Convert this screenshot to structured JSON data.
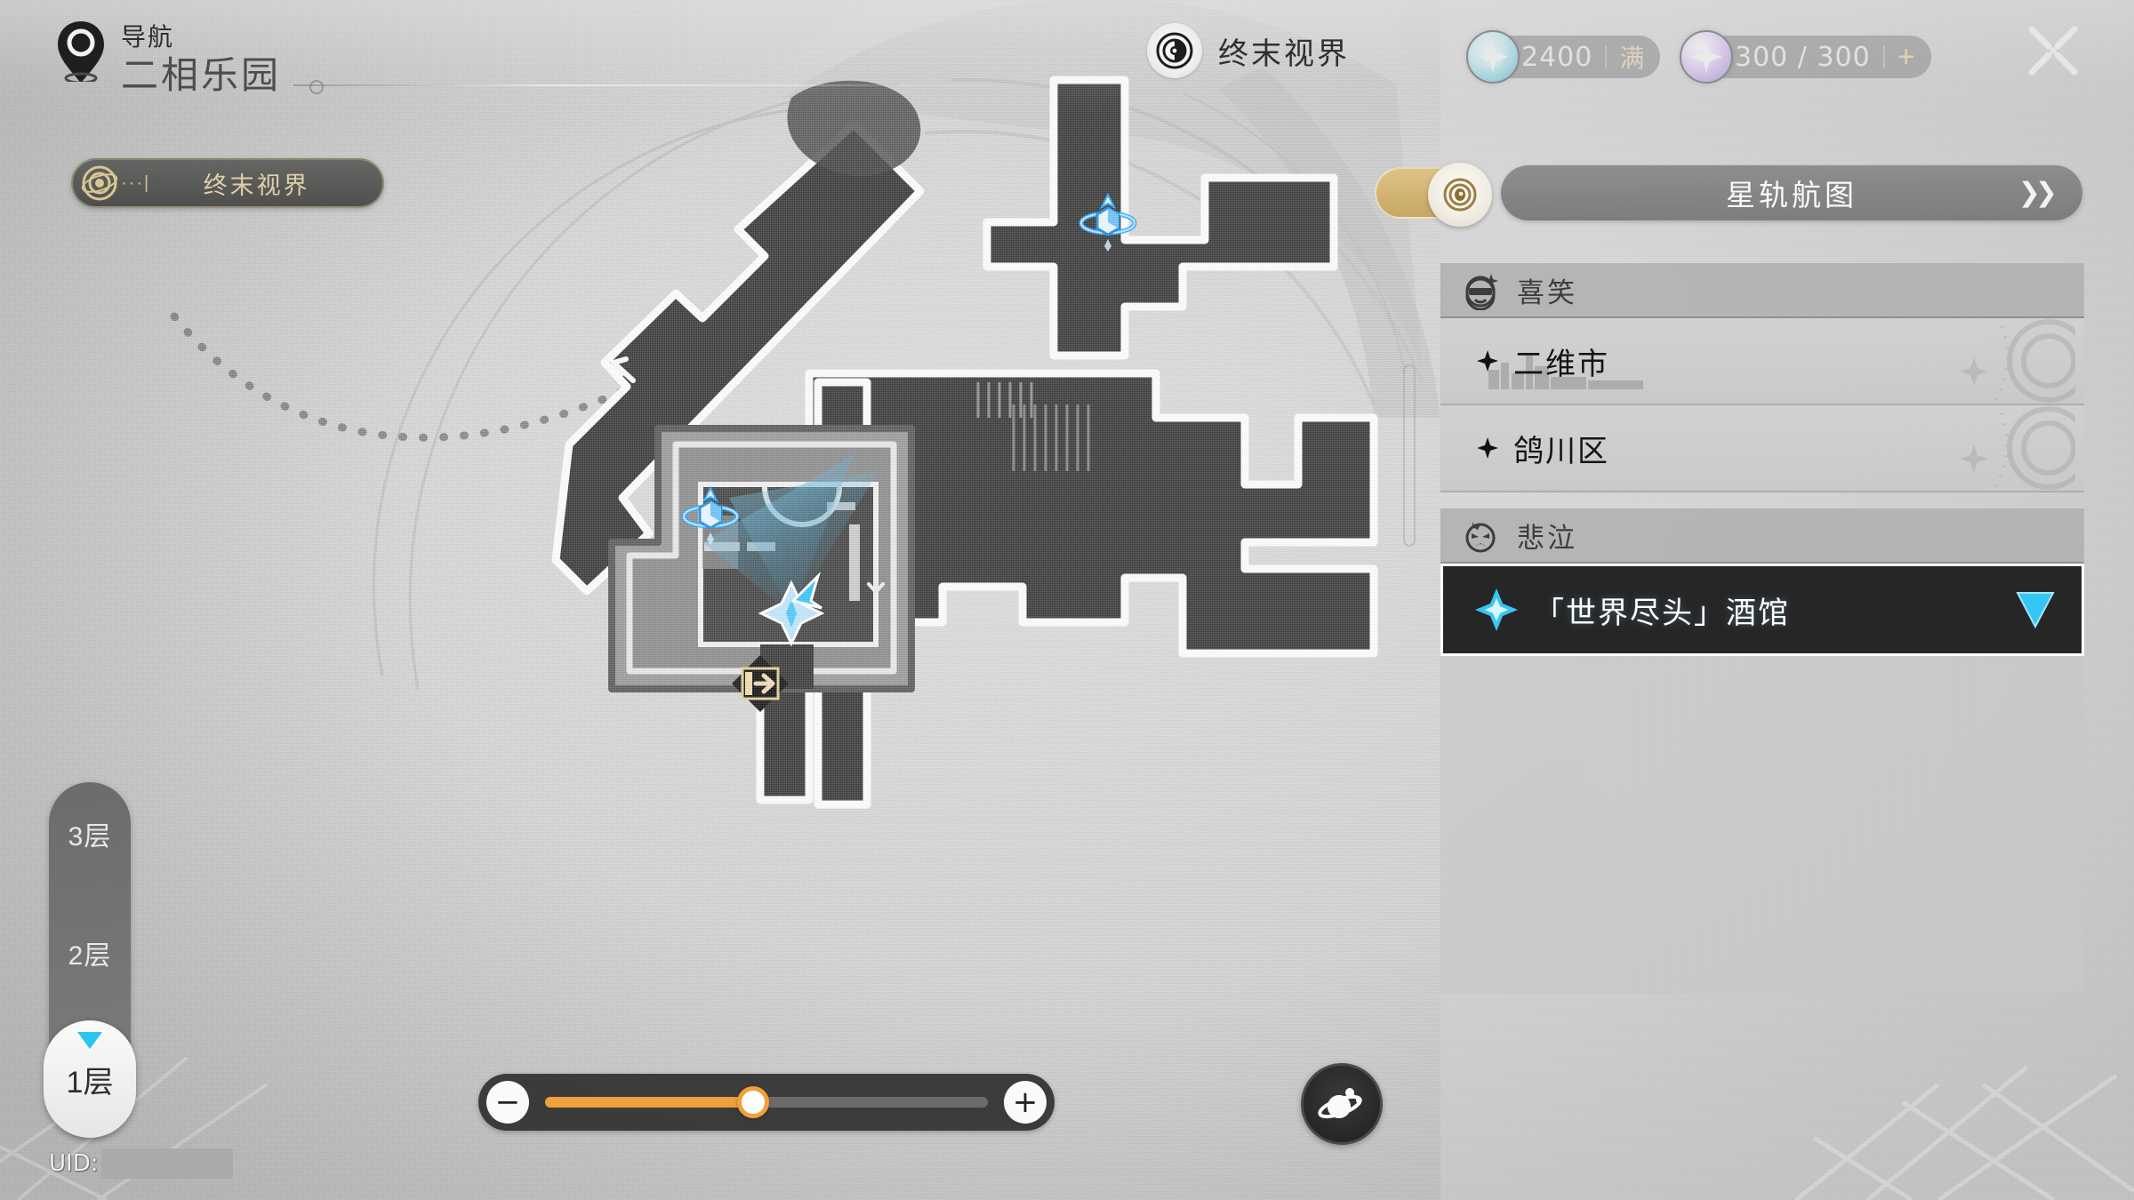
{
  "header": {
    "nav_icon": "location-pin-icon",
    "nav_label": "导航",
    "nav_area": "二相乐园",
    "center_icon": "terminal-vision-icon",
    "center_title": "终末视界",
    "close_icon": "close-icon"
  },
  "currencies": [
    {
      "id": "stellar-jade",
      "icon": "stellar-jade-orb-icon",
      "value": "2400",
      "extra": "满",
      "has_plus": false
    },
    {
      "id": "trailblaze-power",
      "icon": "trailblaze-power-orb-icon",
      "value": "300 / 300",
      "extra": "+",
      "has_plus": true
    }
  ],
  "map": {
    "region_badge_icon": "terminal-vision-badge-icon",
    "region_badge_label": "终末视界",
    "markers": [
      {
        "type": "teleport-anchor",
        "label": ""
      },
      {
        "type": "teleport-anchor",
        "label": ""
      },
      {
        "type": "player-position",
        "label": ""
      },
      {
        "type": "map-exit-door",
        "label": ""
      },
      {
        "type": "stairs-down-arrow",
        "label": ""
      }
    ]
  },
  "floors": {
    "items": [
      {
        "label": "3层",
        "active": false
      },
      {
        "label": "2层",
        "active": false
      },
      {
        "label": "1层",
        "active": true
      }
    ],
    "active_caret_color": "#2ec4f0"
  },
  "zoom": {
    "minus_label": "−",
    "plus_label": "+",
    "value_percent": 47,
    "fill_color": "#f0a03a"
  },
  "planet_button": {
    "icon": "planet-saturn-icon"
  },
  "uid": {
    "label": "UID:",
    "value": ""
  },
  "panel": {
    "toggle": {
      "icon": "map-mode-toggle-icon",
      "on": true
    },
    "starmap_button": {
      "label": "星轨航图",
      "chevron": "double-chevron-right-icon"
    },
    "groups": [
      {
        "id": "joy",
        "icon": "smiling-face-icon",
        "label": "喜笑",
        "items": [
          {
            "label": "二维市",
            "selected": false,
            "has_skyline": true
          },
          {
            "label": "鸽川区",
            "selected": false,
            "has_skyline": false
          }
        ]
      },
      {
        "id": "sorrow",
        "icon": "crying-face-icon",
        "label": "悲泣",
        "items": [
          {
            "label": "「世界尽头」酒馆",
            "selected": true,
            "has_skyline": false
          }
        ]
      }
    ]
  },
  "colors": {
    "accent_orange": "#f0a03a",
    "accent_cyan": "#2ec4f0",
    "accent_gold": "#ddd0a8",
    "panel_gray": "#d1d1d1",
    "selected_bg": "#262626"
  }
}
